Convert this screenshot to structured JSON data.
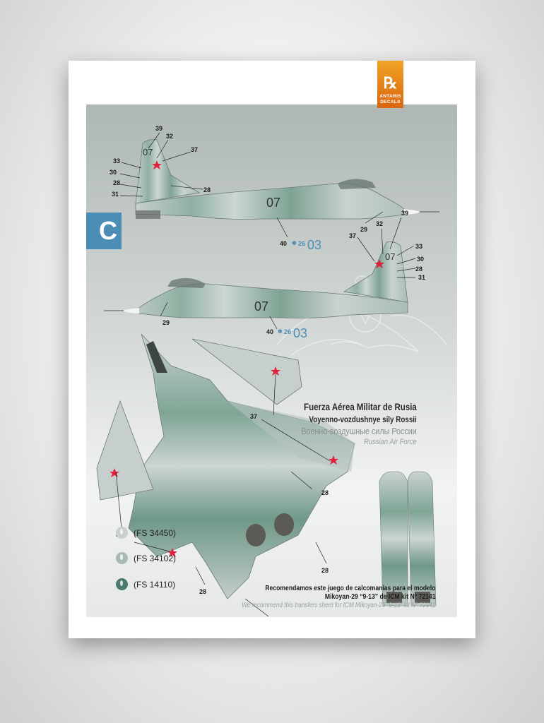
{
  "page": {
    "tab_letter": "C"
  },
  "logo": {
    "mark": "℞",
    "brand": "ANTARIS",
    "sub": "DECALS"
  },
  "title": {
    "spanish": "Fuerza Aérea Militar de Rusia",
    "translit": "Voyenno-vozdushnye sily Rossii",
    "russian": "Военно-воздушные силы России",
    "english": "Russian Air Force"
  },
  "aircraft_markings": {
    "tail_number": "07",
    "fuselage_number": "07",
    "code": "03"
  },
  "callouts": {
    "n39": "39",
    "n32": "32",
    "n37": "37",
    "n33": "33",
    "n30": "30",
    "n28": "28",
    "n31": "31",
    "n29": "29",
    "n40": "40",
    "n26": "26"
  },
  "paints": [
    {
      "label": "(FS 34450)",
      "color": "#c8d0d0"
    },
    {
      "label": "(FS 34102)",
      "color": "#a8b8b4"
    },
    {
      "label": "(FS 14110)",
      "color": "#4c7a70"
    }
  ],
  "recommend": {
    "line1": "Recomendamos este juego de calcomanías para el modelo",
    "line2": "Mikoyan-29 “9-13” de ICM kit N° 72141",
    "line3": "We recommend this transfers sheet for ICM Mikoyan-29 “9-13” kit N° 72141"
  },
  "colors": {
    "tab": "#4b8db4",
    "star": "#e0223c",
    "code_blue": "#4b8db4",
    "camo_light": "#c9d3d1",
    "camo_dark": "#6e9a8a"
  }
}
